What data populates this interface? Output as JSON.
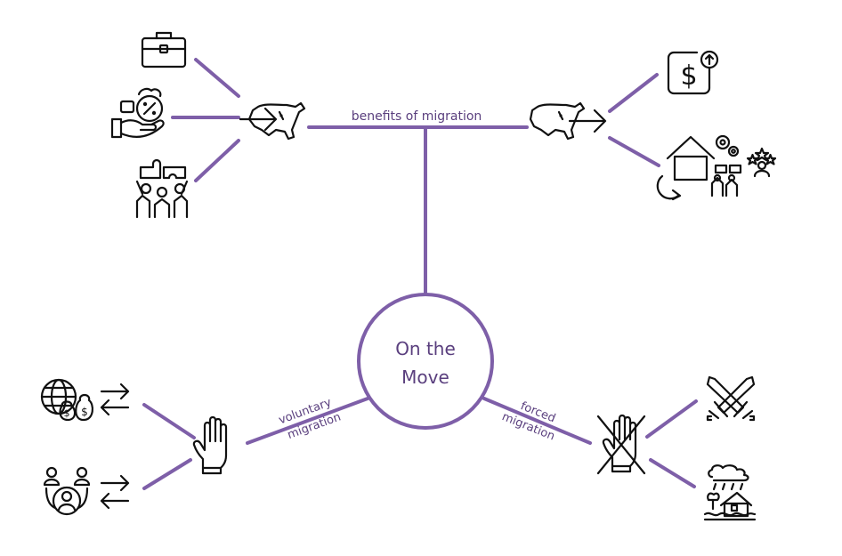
{
  "colors": {
    "line": "#7e5fa8",
    "text": "#5a3f7e",
    "icon": "#111111",
    "background": "#ffffff"
  },
  "center": {
    "line1": "On the",
    "line2": "Move"
  },
  "labels": {
    "benefits": "benefits of migration",
    "voluntary_1": "voluntary",
    "voluntary_2": "migration",
    "forced_1": "forced",
    "forced_2": "migration"
  },
  "icons": {
    "top_left": [
      "briefcase-icon",
      "hand-holding-discount-icon",
      "teamwork-puzzle-icon"
    ],
    "top_hubs": [
      "arrow-into-usa-map-icon",
      "usa-map-arrow-out-icon"
    ],
    "top_right": [
      "dollar-increase-icon",
      "home-skills-community-icon"
    ],
    "bottom_left": [
      "globe-money-exchange-icon",
      "people-exchange-icon"
    ],
    "bottom_hubs": [
      "raised-hand-icon",
      "crossed-out-hand-icon"
    ],
    "bottom_right": [
      "crossed-swords-icon",
      "flood-disaster-icon"
    ]
  }
}
